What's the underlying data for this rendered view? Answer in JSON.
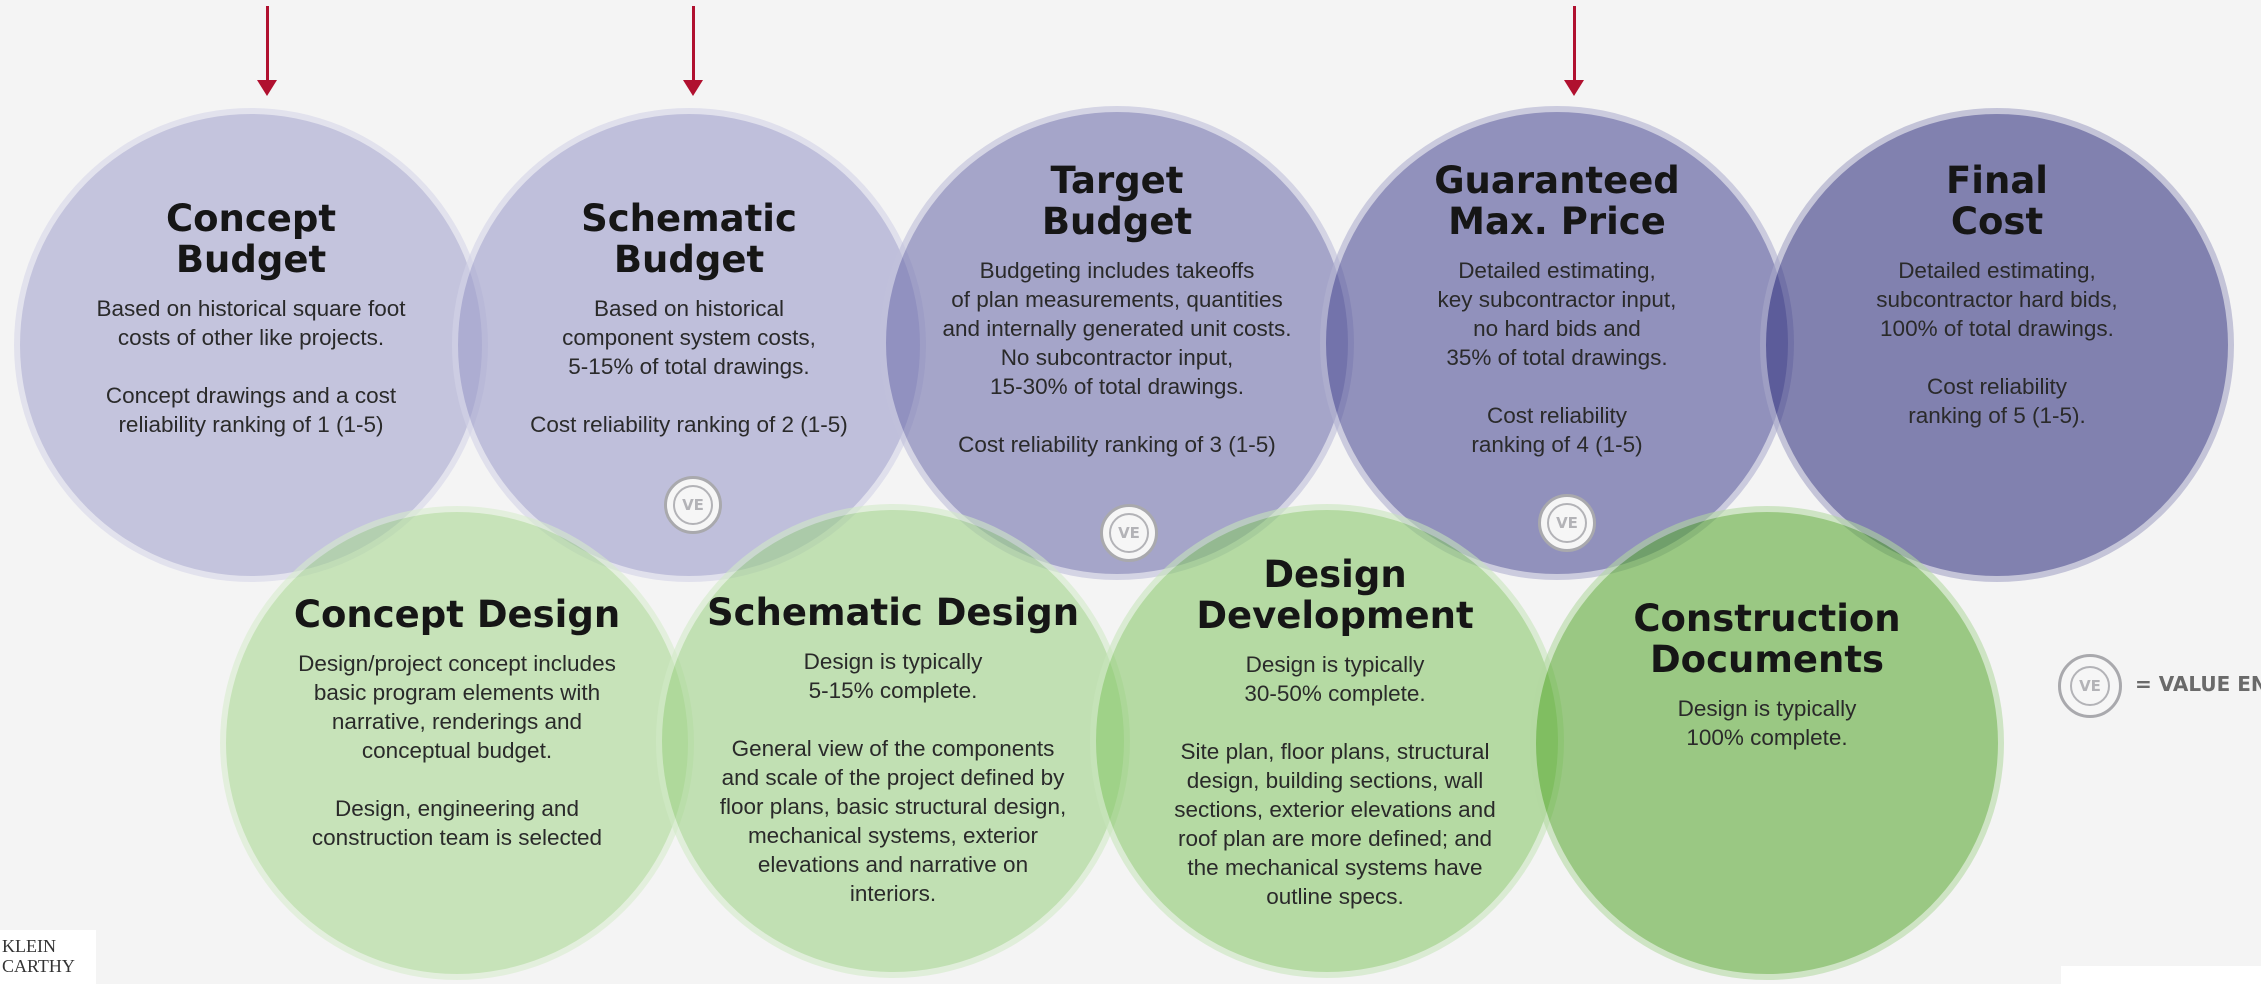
{
  "colors": {
    "arrow": "#b0102f",
    "cost_circles": [
      "#a8a8d0",
      "#a0a0cc",
      "#7676b0",
      "#56569a",
      "#3c3c86"
    ],
    "design_circles": [
      "#a8d890",
      "#9ed286",
      "#88c86a",
      "#5aaa32"
    ]
  },
  "cost_stages": [
    {
      "title": "Concept\nBudget",
      "body": "Based on historical square foot\ncosts of other like projects.\n\nConcept drawings and a cost\nreliability ranking of  1 (1-5)",
      "value_engineering": false,
      "arrow": true
    },
    {
      "title": "Schematic\nBudget",
      "body": "Based on historical\ncomponent system costs,\n5-15% of total drawings.\n\nCost reliability ranking of 2 (1-5)",
      "value_engineering": true,
      "arrow": true
    },
    {
      "title": "Target\nBudget",
      "body": "Budgeting includes takeoffs\nof plan measurements, quantities\nand internally generated unit costs.\nNo subcontractor input,\n15-30% of total drawings.\n\nCost reliability ranking of 3 (1-5)",
      "value_engineering": true,
      "arrow": false
    },
    {
      "title": "Guaranteed\nMax. Price",
      "body": "Detailed estimating,\nkey subcontractor input,\nno hard bids and\n35% of total drawings.\n\nCost reliability\nranking of 4 (1-5)",
      "value_engineering": true,
      "arrow": true
    },
    {
      "title": "Final\nCost",
      "body": "Detailed estimating,\nsubcontractor hard bids,\n100% of total drawings.\n\nCost reliability\nranking of 5 (1-5).",
      "value_engineering": false,
      "arrow": false
    }
  ],
  "design_stages": [
    {
      "title": "Concept Design",
      "body": "Design/project concept  includes\nbasic program elements with\nnarrative, renderings and\nconceptual budget.\n\nDesign, engineering and\nconstruction team is selected"
    },
    {
      "title": "Schematic Design",
      "body": "Design is typically\n5-15% complete.\n\nGeneral view of the components\nand scale of the project defined by\nfloor plans, basic structural design,\nmechanical systems, exterior\nelevations and narrative on\ninteriors."
    },
    {
      "title": "Design\nDevelopment",
      "body": "Design is typically\n30-50% complete.\n\nSite plan, floor plans, structural\ndesign, building sections, wall\nsections, exterior elevations and\nroof plan are more defined; and\nthe mechanical systems have\noutline specs."
    },
    {
      "title": "Construction\nDocuments",
      "body": "Design is typically\n100% complete."
    }
  ],
  "ve_badge": {
    "text": "VE",
    "icon": "value-engineering-badge-icon"
  },
  "legend": {
    "text": "= VALUE EN"
  },
  "logo": {
    "line1": "KLEIN",
    "line2": "CARTHY"
  }
}
